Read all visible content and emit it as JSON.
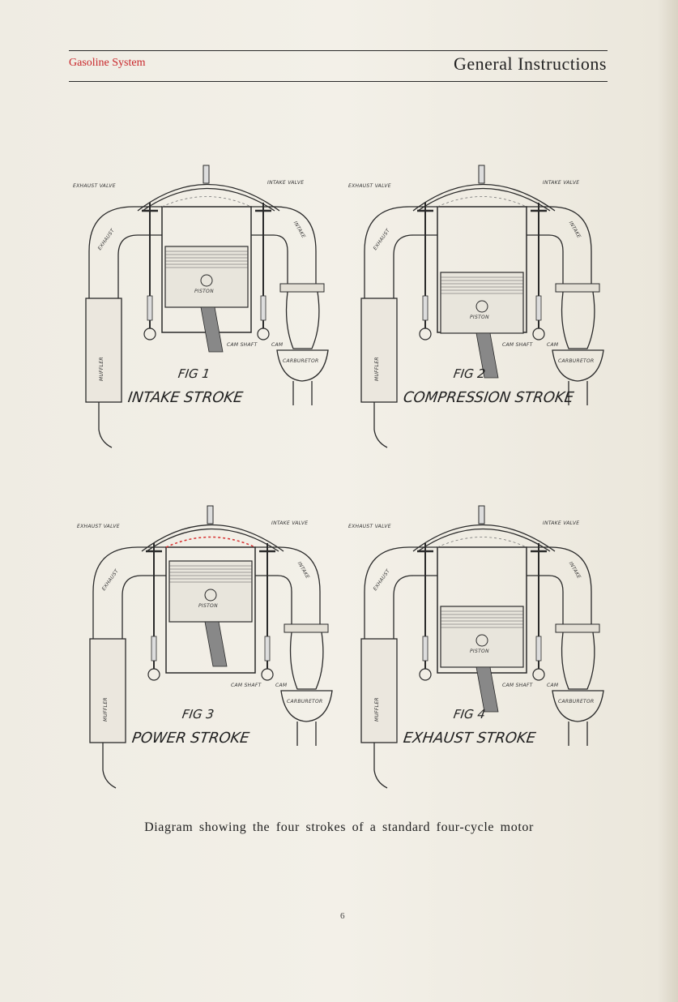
{
  "header": {
    "section": "Gasoline System",
    "title": "General Instructions"
  },
  "figures": [
    {
      "fig": "FIG 1",
      "stroke": "INTAKE  STROKE",
      "exhaust_valve": "EXHAUST VALVE",
      "intake_valve": "INTAKE VALVE",
      "exhaust": "EXHAUST",
      "intake": "INTAKE",
      "muffler": "MUFFLER",
      "piston": "PISTON",
      "cam": "CAM",
      "cam_shaft": "CAM SHAFT",
      "carburetor": "CARBURETOR",
      "piston_position": 0.55,
      "combustion": false
    },
    {
      "fig": "FIG 2",
      "stroke": "COMPRESSION STROKE",
      "exhaust_valve": "EXHAUST VALVE",
      "intake_valve": "INTAKE VALVE",
      "exhaust": "EXHAUST",
      "intake": "INTAKE",
      "muffler": "MUFFLER",
      "piston": "PISTON",
      "cam": "CAM",
      "cam_shaft": "CAM SHAFT",
      "carburetor": "CARBURETOR",
      "piston_position": 0.95,
      "combustion": false
    },
    {
      "fig": "FIG 3",
      "stroke": "POWER  STROKE",
      "exhaust_valve": "EXHAUST VALVE",
      "intake_valve": "INTAKE VALVE",
      "exhaust": "EXHAUST",
      "intake": "INTAKE",
      "muffler": "MUFFLER",
      "piston": "PISTON",
      "cam": "CAM",
      "cam_shaft": "CAM SHAFT",
      "carburetor": "CARBURETOR",
      "piston_position": 0.15,
      "combustion": true
    },
    {
      "fig": "FIG 4",
      "stroke": "EXHAUST STROKE",
      "exhaust_valve": "EXHAUST VALVE",
      "intake_valve": "INTAKE VALVE",
      "exhaust": "EXHAUST",
      "intake": "INTAKE",
      "muffler": "MUFFLER",
      "piston": "PISTON",
      "cam": "CAM",
      "cam_shaft": "CAM SHAFT",
      "carburetor": "CARBURETOR",
      "piston_position": 0.85,
      "combustion": false
    }
  ],
  "caption": "Diagram showing the four strokes of a standard four-cycle motor",
  "page_number": "6",
  "colors": {
    "header_red": "#c8262a",
    "ink": "#2a2a2a",
    "flame": "#d63030"
  }
}
